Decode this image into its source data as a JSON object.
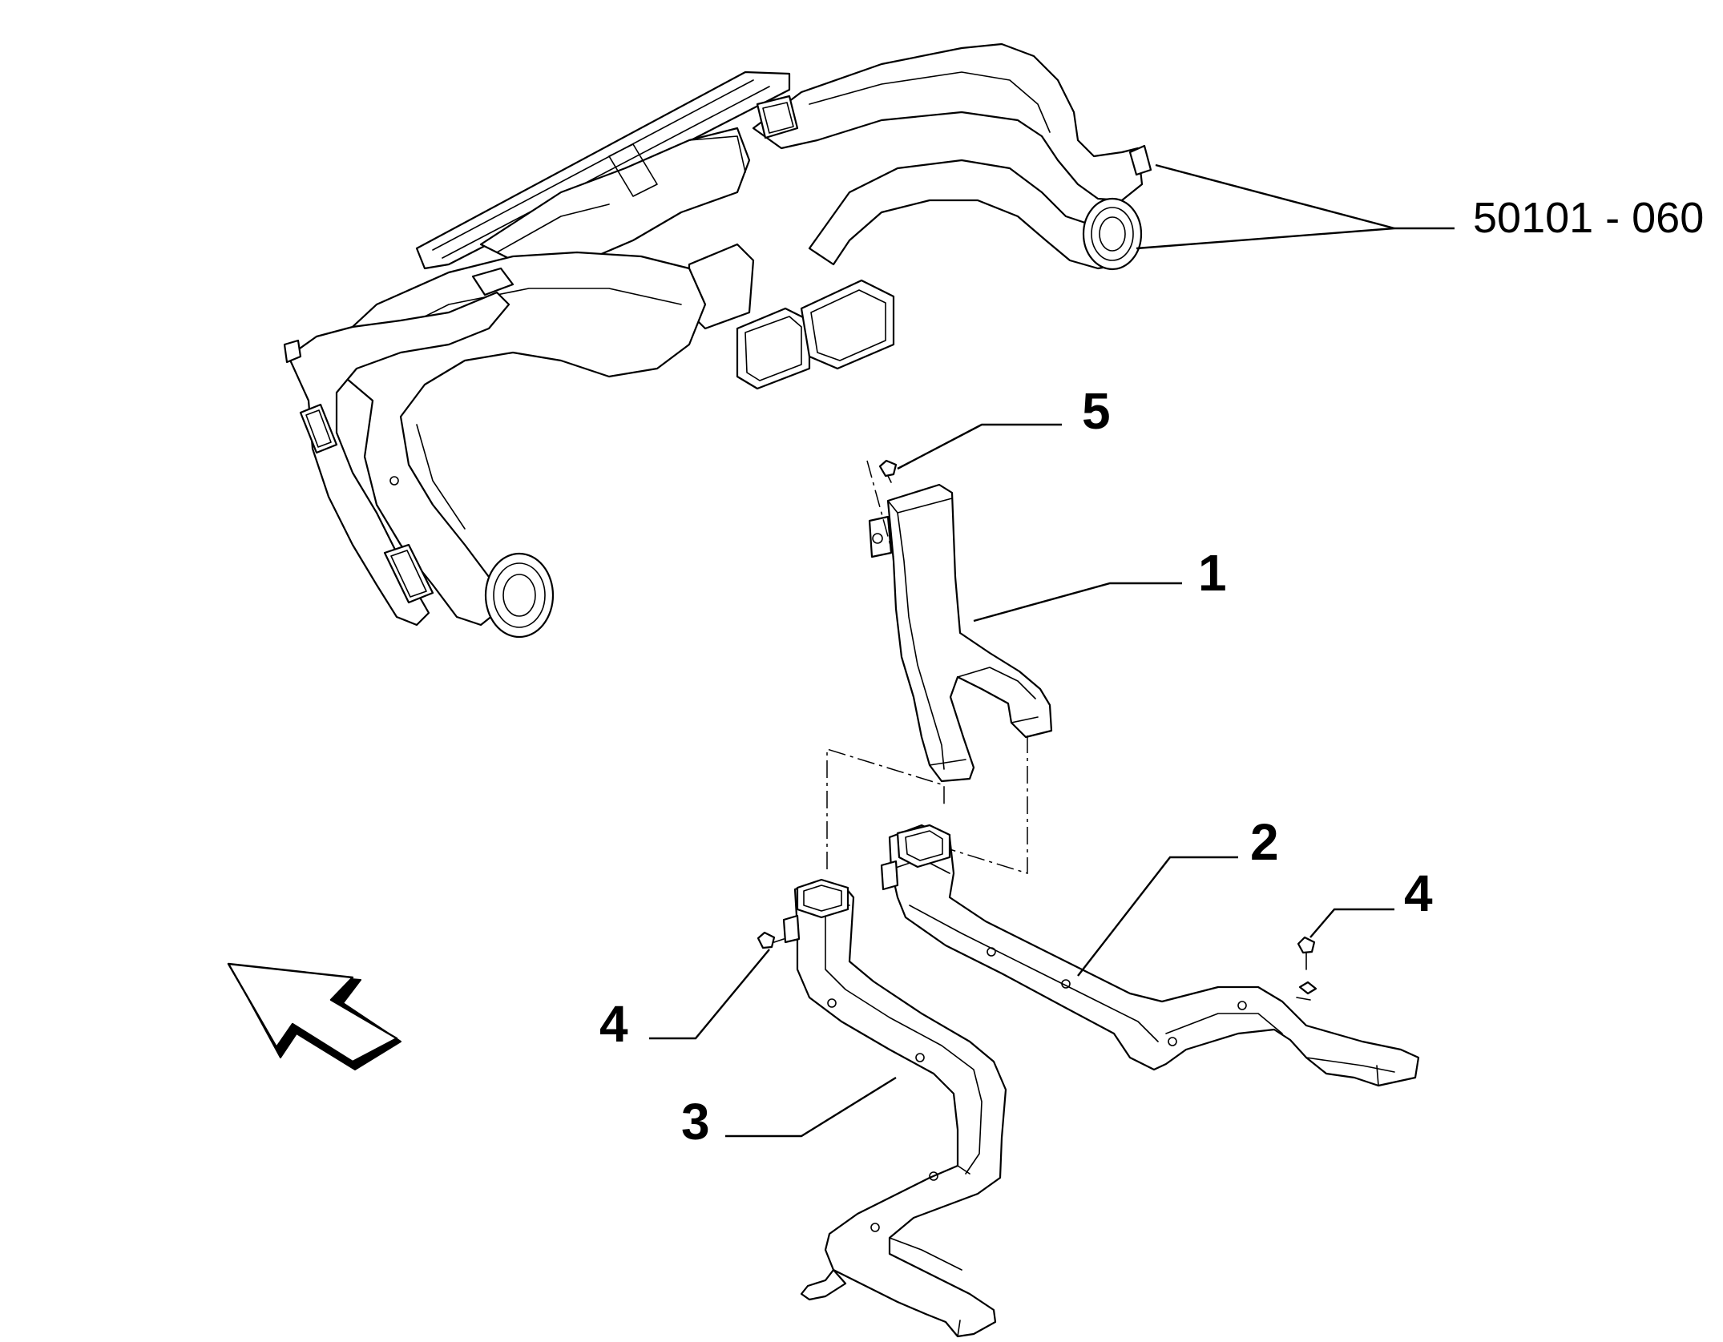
{
  "diagram": {
    "reference_label": "50101 - 060",
    "callouts": {
      "part_1": "1",
      "part_2": "2",
      "part_3": "3",
      "part_4_left": "4",
      "part_4_right": "4",
      "part_5": "5"
    },
    "colors": {
      "line": "#000000",
      "background": "#ffffff"
    },
    "icons": {
      "orientation_arrow": "front-direction-arrow-icon"
    }
  }
}
